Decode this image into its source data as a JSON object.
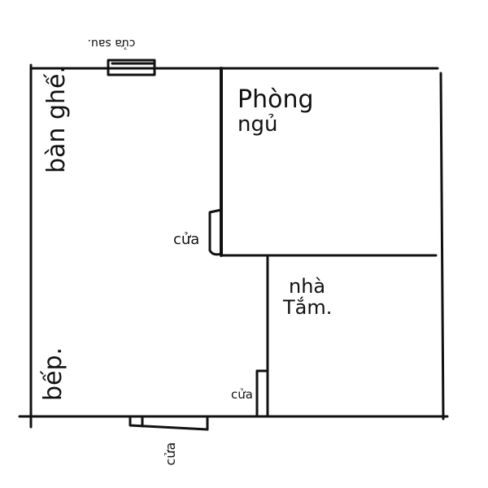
{
  "labels": {
    "bedroom_line1": "Phòng",
    "bedroom_line2": "ngủ",
    "bathroom_line1": "nhà",
    "bathroom_line2": "Tắm.",
    "table_chair": "bàn ghế.",
    "kitchen": "bếp.",
    "back_door": "cửa sau.",
    "door_inner_1": "cửa",
    "door_inner_2": "cửa",
    "front_door": "cửa"
  },
  "colors": {
    "ink": "#111111",
    "background": "#ffffff"
  }
}
